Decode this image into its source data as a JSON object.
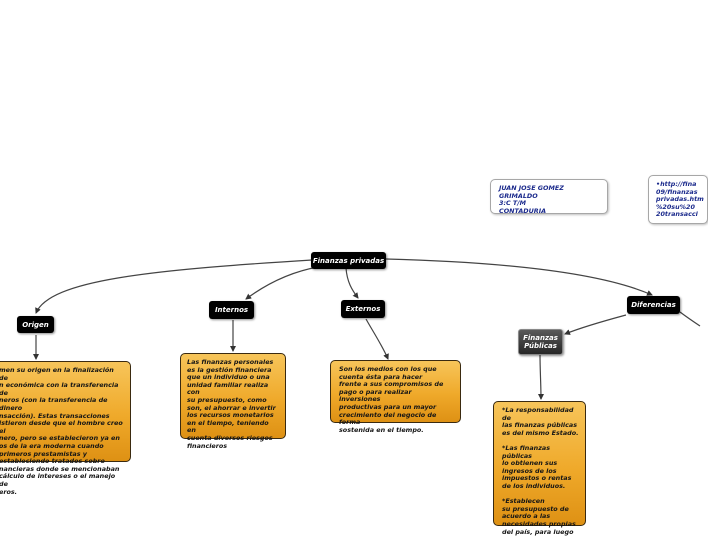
{
  "diagram": {
    "root": {
      "label": "Finanzas privadas"
    },
    "author": {
      "text": "JUAN JOSE GOMEZ GRIMALDO\n3:C T/M\nCONTADURIA"
    },
    "link": {
      "text": "•http://fina\n09/finanzas\nprivadas.htm\n%20su%20\n20transacci"
    },
    "branches": {
      "origen": {
        "label": "Origen",
        "note": "men su origen en la finalización de\nn económica con la transferencia de\nneros (con la transferencia de dinero\nnsacción). Estas transacciones\nistieron desde que el hombre creo el\nnero, pero se establecieron ya en\nos de la era moderna cuando\nprimeros prestamistas y\nestableciendo tratados sobre\nnancieras donde se mencionaban\ncálculo de intereses o el manejo de\neros."
      },
      "internos": {
        "label": "Internos",
        "note": "Las finanzas personales\nes la gestión financiera\nque un individuo o una\nunidad familiar realiza con\nsu presupuesto, como\nson, el ahorrar e invertir\nlos recursos monetarios\nen el tiempo, teniendo en\ncuenta diversos riesgos\nfinancieros"
      },
      "externos": {
        "label": "Externos",
        "note": "Son los medios con los que\ncuenta ésta para hacer\nfrente a sus compromisos de\npago o para realizar inversiones\nproductivas para un mayor\ncrecimiento del negocio de forma\nsostenida en el tiempo."
      },
      "diferencias": {
        "label": "Diferencias",
        "child": {
          "label": "Finanzas\nPúblicas",
          "note": "*La responsabilidad de\nlas finanzas públicas\nes del mismo Estado.\n\n*Las finanzas públicas\nlo obtienen sus\ningresos de los\nimpuestos o rentas\nde los individuos.\n\n*Establecen\nsu presupuesto de\nacuerdo a las\nnecesidades propias\ndel país, para luego"
        }
      }
    }
  }
}
